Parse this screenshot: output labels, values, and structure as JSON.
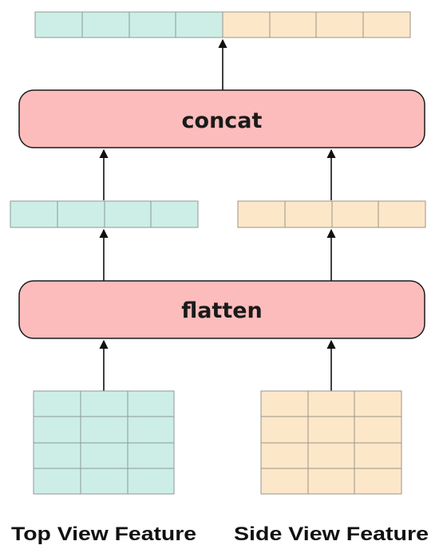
{
  "diagram": {
    "concat_label": "concat",
    "flatten_label": "flatten",
    "top_caption": "Top View Feature",
    "side_caption": "Side View Feature"
  },
  "colors": {
    "teal": "#cdeee6",
    "peach": "#fde7c9",
    "box": "#fdbcbc"
  }
}
